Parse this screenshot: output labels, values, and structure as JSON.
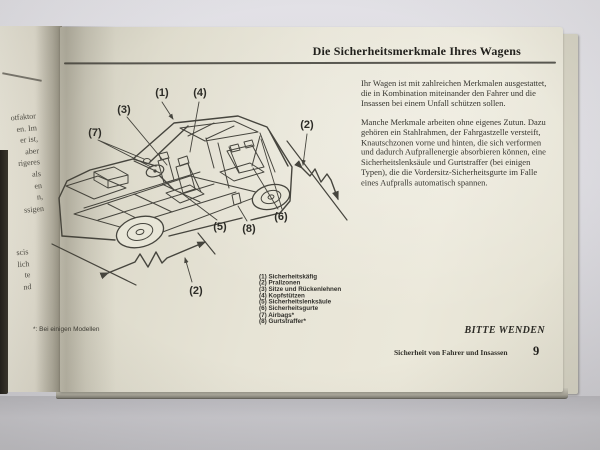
{
  "photo": {
    "left_page": {
      "fragments_upper": "otfaktor\nen. Im\ner ist,\naber\nrigeres\nals\nen\nn,\nssigen",
      "fragments_lower": "scis\nlich\nte\nnd"
    },
    "page": {
      "header_title": "Die Sicherheitsmerkmale Ihres Wagens",
      "intro_paragraph": "Ihr Wagen ist mit zahlreichen Merkmalen ausgestattet, die in Kombination miteinander den Fahrer und die Insassen bei einem Unfall schützen sollen.",
      "features_paragraph": "Manche Merkmale arbeiten ohne eigenes Zutun. Dazu gehören ein Stahlrahmen, der Fahrgastzelle versteift, Knautschzonen vorne und hinten, die sich verformen und dadurch Aufprallenergie absorbieren können, eine Sicherheitslenksäule und Gurtstraffer (bei einigen Typen), die die Vordersitz-Sicherheitsgurte im Falle eines Aufpralls automatisch spannen.",
      "diagram": {
        "callouts": {
          "c1": "(1)",
          "c2_rear": "(2)",
          "c2_front": "(2)",
          "c3": "(3)",
          "c4": "(4)",
          "c5": "(5)",
          "c6": "(6)",
          "c7": "(7)",
          "c8": "(8)"
        },
        "legend_items": [
          "(1) Sicherheitskäfig",
          "(2) Prallzonen",
          "(3) Sitze und Rückenlehnen",
          "(4) Kopfstützen",
          "(5) Sicherheitslenksäule",
          "(6) Sicherheitsgurte",
          "(7) Airbags*",
          "(8) Gurtstraffer*"
        ]
      },
      "footnote": "*: Bei einigen Modellen",
      "turn_prompt": "BITTE WENDEN",
      "footer_section": "Sicherheit von Fahrer und Insassen",
      "page_number": "9"
    },
    "colors": {
      "page_cream": "#e9e6d8",
      "ink": "#2e2d28",
      "background_gray": "#dcdbe0",
      "surface_gray": "#c6c5ca"
    }
  }
}
